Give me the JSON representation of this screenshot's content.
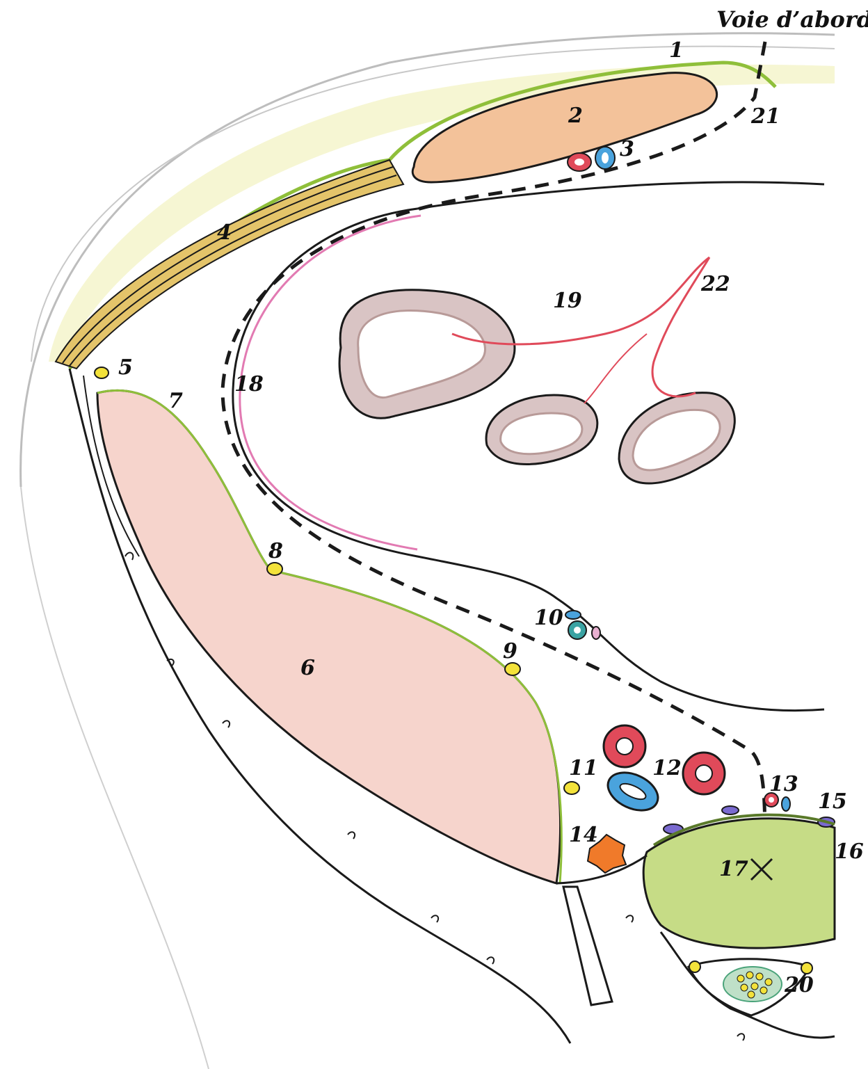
{
  "header": {
    "title": "Voie d’abord"
  },
  "labels": {
    "l1": "1",
    "l2": "2",
    "l3": "3",
    "l4": "4",
    "l5": "5",
    "l6": "6",
    "l7": "7",
    "l8": "8",
    "l9": "9",
    "l10": "10",
    "l11": "11",
    "l12": "12",
    "l13": "13",
    "l14": "14",
    "l15": "15",
    "l16": "16",
    "l17": "17",
    "l18": "18",
    "l19": "19",
    "l20": "20",
    "l21": "21",
    "l22": "22"
  },
  "colors": {
    "outline": "#1a1a1a",
    "fascia_green": "#8fbf3a",
    "muscle_orange": "#f3c29a",
    "muscle_red": "#f0b9ad",
    "tendon_yellow": "#d8b24a",
    "fat_yellow": "#f2f2c0",
    "peritoneum_pink": "#e27ab2",
    "artery_red": "#e04a5a",
    "vein_blue": "#4aa3dd",
    "nerve_yellow": "#f3e23a",
    "vertebra_green": "#b5d46a",
    "lymph_orange": "#f07a2a",
    "intestine_brown": "#b89a98",
    "skin_grey": "#b8b8b8"
  }
}
